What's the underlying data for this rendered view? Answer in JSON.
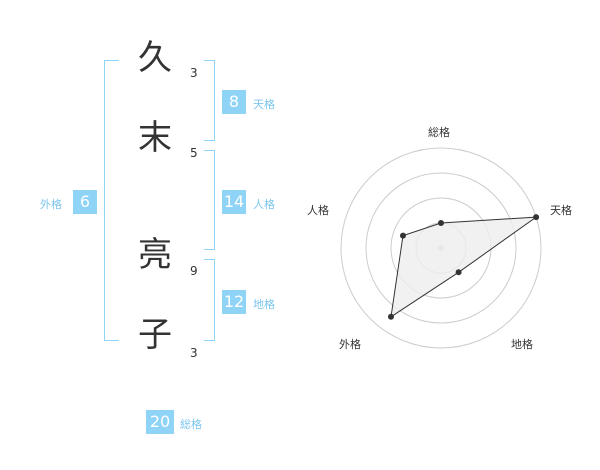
{
  "name": {
    "chars": [
      {
        "char": "久",
        "strokes": "3"
      },
      {
        "char": "末",
        "strokes": "5"
      },
      {
        "char": "亮",
        "strokes": "9"
      },
      {
        "char": "子",
        "strokes": "3"
      }
    ]
  },
  "kakusu": {
    "tenkaku": {
      "value": "8",
      "label": "天格"
    },
    "jinkaku": {
      "value": "14",
      "label": "人格"
    },
    "chikaku": {
      "value": "12",
      "label": "地格"
    },
    "gaikaku": {
      "value": "6",
      "label": "外格"
    },
    "soukaku": {
      "value": "20",
      "label": "総格"
    }
  },
  "chart_data": {
    "type": "radar",
    "axes": [
      "総格",
      "天格",
      "地格",
      "外格",
      "人格"
    ],
    "values": [
      0.25,
      1.0,
      0.3,
      0.85,
      0.4
    ],
    "max": 1,
    "rings": 4,
    "colors": {
      "grid": "#cccccc",
      "fill": "#eeeeee",
      "line": "#333333",
      "point": "#333333",
      "center": "#cccccc"
    }
  }
}
